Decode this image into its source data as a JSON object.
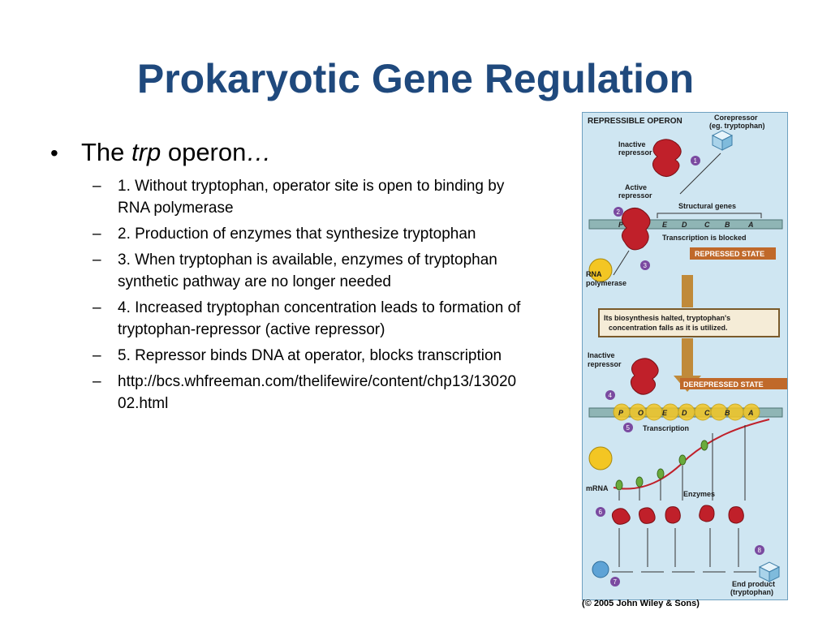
{
  "slide": {
    "title": "Prokaryotic Gene Regulation",
    "bullet": {
      "prefix": "The ",
      "italic": "trp",
      "suffix": " operon",
      "ellipsis": "…"
    },
    "items": [
      "1. Without tryptophan, operator site is open to binding by RNA polymerase",
      "2. Production of enzymes that synthesize tryptophan",
      "3. When tryptophan is available, enzymes of tryptophan synthetic pathway are no longer needed",
      "4. Increased tryptophan concentration leads to formation of tryptophan-repressor (active repressor)",
      "5. Repressor binds DNA at operator, blocks transcription",
      "http://bcs.whfreeman.com/thelifewire/content/chp13/1302002.html"
    ]
  },
  "figure": {
    "heading": "REPRESSIBLE OPERON",
    "corepressor": [
      "Corepressor",
      "(eg. tryptophan)"
    ],
    "inactive_repressor": [
      "Inactive",
      "repressor"
    ],
    "active_repressor": [
      "Active",
      "repressor"
    ],
    "structural_genes": "Structural genes",
    "genes": [
      "P",
      "O",
      "E",
      "D",
      "C",
      "B",
      "A"
    ],
    "transcription_blocked": "Transcription is blocked",
    "repressed_state": "REPRESSED STATE",
    "rna_polymerase": [
      "RNA",
      "polymerase"
    ],
    "halted_box": [
      "Its biosynthesis halted, tryptophan's",
      "concentration falls as it is utilized."
    ],
    "inactive_repressor_2": [
      "Inactive",
      "repressor"
    ],
    "derepressed_state": "DEREPRESSED STATE",
    "transcription": "Transcription",
    "mrna": "mRNA",
    "enzymes": "Enzymes",
    "end_product": [
      "End product",
      "(tryptophan)"
    ],
    "steps": [
      "1",
      "2",
      "3",
      "4",
      "5",
      "6",
      "7",
      "8"
    ],
    "credit": "(© 2005 John Wiley & Sons)"
  }
}
